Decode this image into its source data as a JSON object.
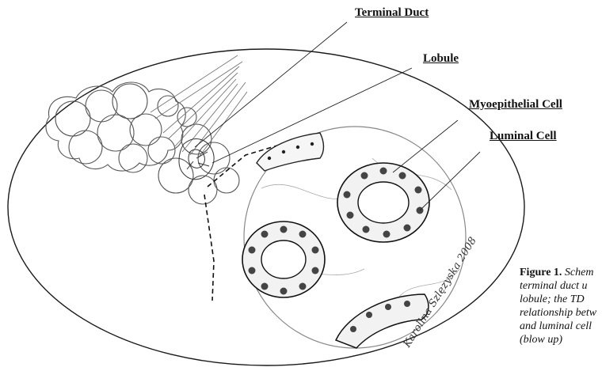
{
  "labels": {
    "terminal_duct": "Terminal Duct",
    "lobule": "Lobule",
    "myoepithelial_cell": "Myoepithelial Cell",
    "luminal_cell": "Luminal Cell"
  },
  "caption": {
    "figure_number": "Figure 1.",
    "line1_text": "Schem",
    "line2": "terminal duct u",
    "line3": "lobule; the TD",
    "line4": "relationship betw",
    "line5": "and luminal cell",
    "line6": "(blow up)"
  },
  "signature": "Karolina Szlęzyska 2008",
  "colors": {
    "ink": "#111111",
    "pencil": "#6a6a6a",
    "paper": "#ffffff"
  }
}
